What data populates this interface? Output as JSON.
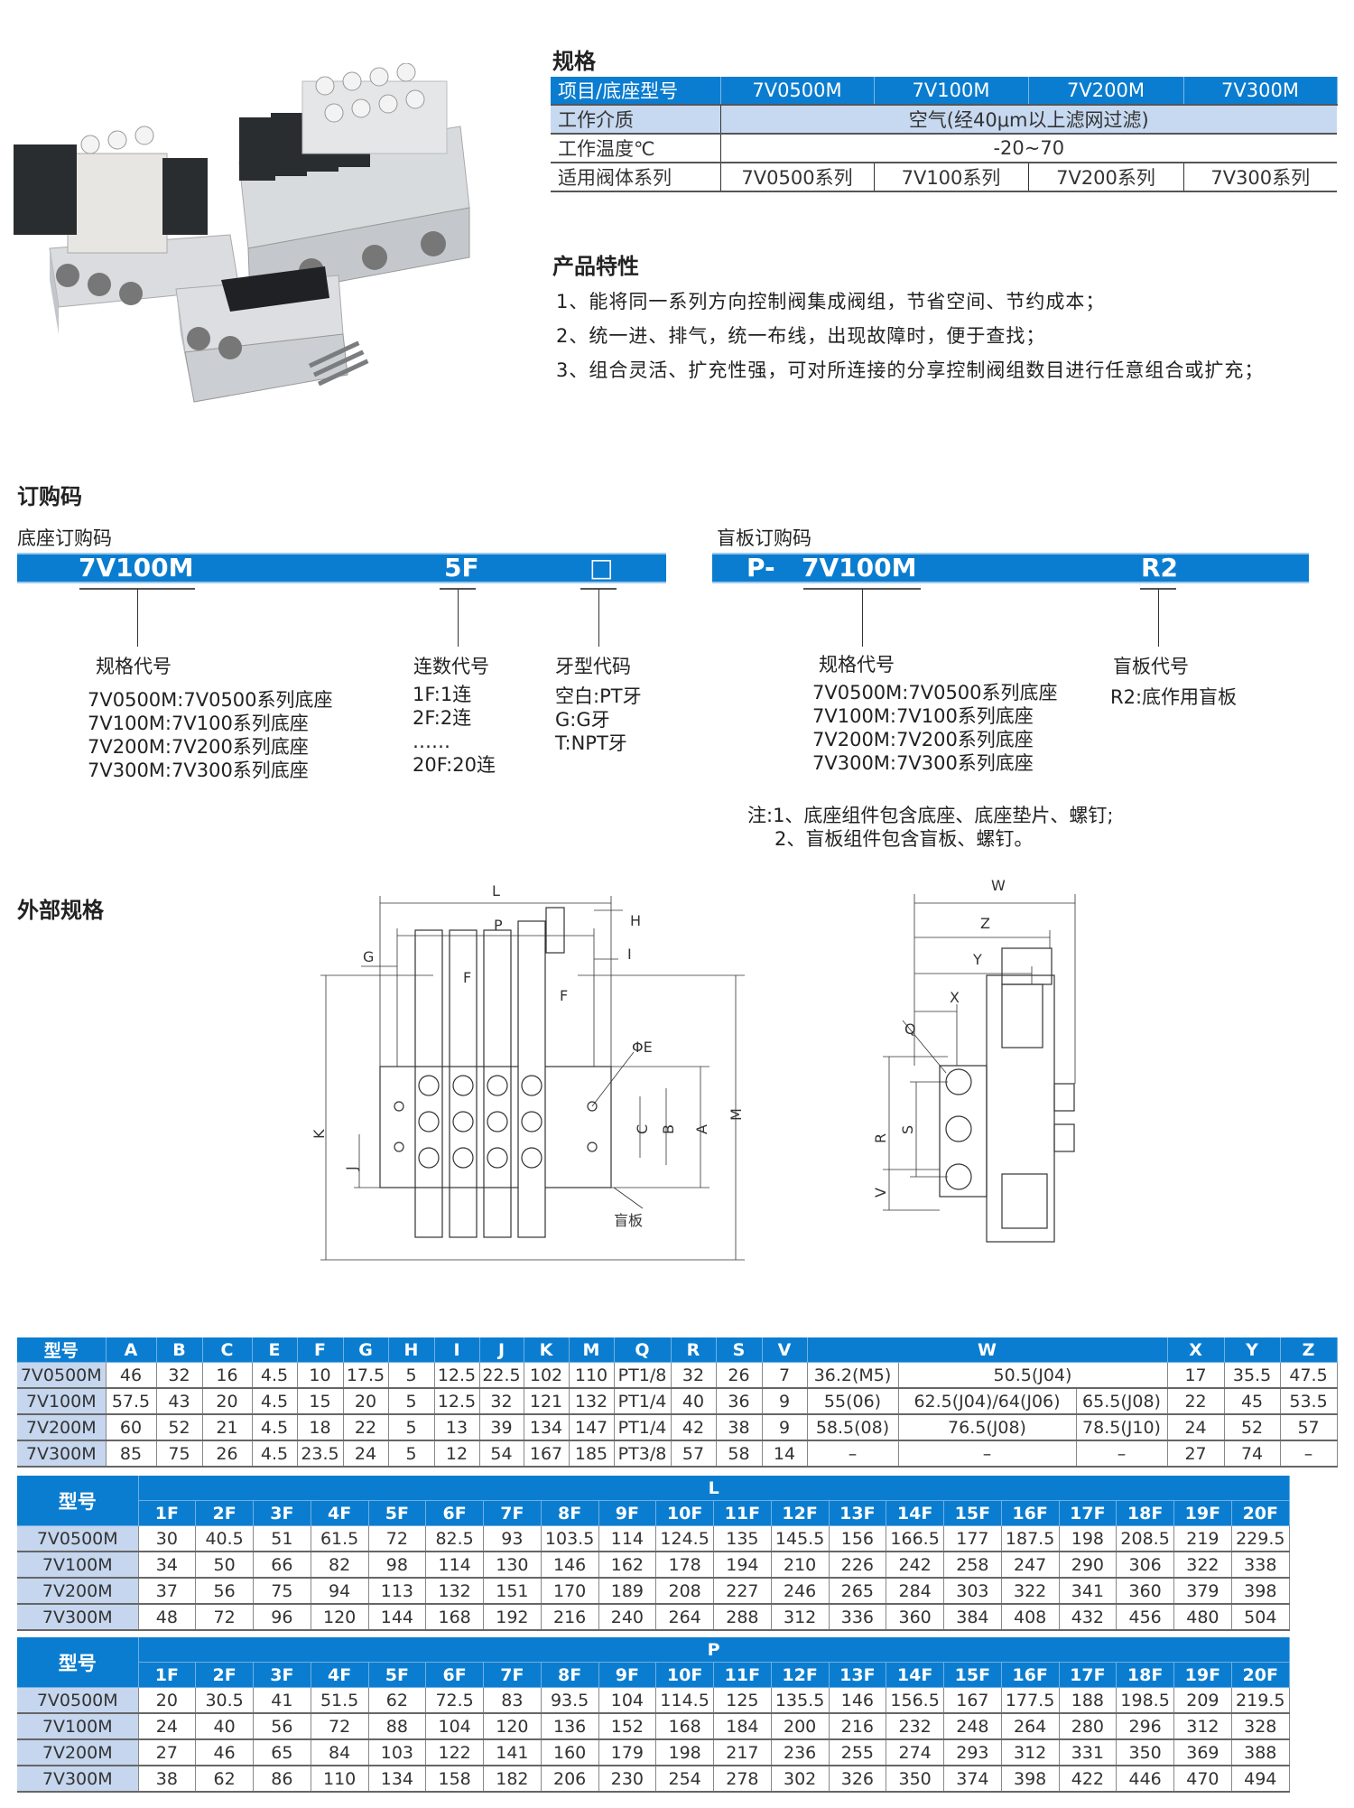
{
  "spec": {
    "title": "规格",
    "header": [
      "项目/底座型号",
      "7V0500M",
      "7V100M",
      "7V200M",
      "7V300M"
    ],
    "medium_label": "工作介质",
    "medium_value": "空气(经40μm以上滤网过滤)",
    "temp_label": "工作温度℃",
    "temp_value": "-20~70",
    "series_label": "适用阀体系列",
    "series_values": [
      "7V0500系列",
      "7V100系列",
      "7V200系列",
      "7V300系列"
    ]
  },
  "features": {
    "title": "产品特性",
    "items": [
      "1、能将同一系列方向控制阀集成阀组，节省空间、节约成本；",
      "2、统一进、排气，统一布线，出现故障时，便于查找；",
      "3、组合灵活、扩充性强，可对所连接的分享控制阀组数目进行任意组合或扩充；"
    ]
  },
  "ordering": {
    "title": "订购码",
    "base": {
      "subtitle": "底座订购码",
      "code_model": "7V100M",
      "code_count": "5F",
      "code_thread": "□",
      "model_label": "规格代号",
      "model_options": [
        "7V0500M:7V0500系列底座",
        "7V100M:7V100系列底座",
        "7V200M:7V200系列底座",
        "7V300M:7V300系列底座"
      ],
      "count_label": "连数代号",
      "count_options": [
        "1F:1连",
        "2F:2连",
        "……",
        "20F:20连"
      ],
      "thread_label": "牙型代码",
      "thread_options": [
        "空白:PT牙",
        "G:G牙",
        "T:NPT牙"
      ]
    },
    "blank": {
      "subtitle": "盲板订购码",
      "code_prefix": "P-",
      "code_model": "7V100M",
      "code_type": "R2",
      "model_label": "规格代号",
      "model_options": [
        "7V0500M:7V0500系列底座",
        "7V100M:7V100系列底座",
        "7V200M:7V200系列底座",
        "7V300M:7V300系列底座"
      ],
      "type_label": "盲板代号",
      "type_options": [
        "R2:底作用盲板"
      ]
    },
    "notes": [
      "注:1、底座组件包含底座、底座垫片、螺钉;",
      "2、盲板组件包含盲板、螺钉。"
    ]
  },
  "external": {
    "title": "外部规格",
    "front_labels": {
      "L": "L",
      "P": "P",
      "H": "H",
      "G": "G",
      "I": "I",
      "F1": "F",
      "F2": "F",
      "E": "ΦE",
      "K": "K",
      "J": "J",
      "C": "C",
      "B": "B",
      "A": "A",
      "M": "M",
      "blank": "盲板"
    },
    "side_labels": {
      "W": "W",
      "Z": "Z",
      "Y": "Y",
      "X": "X",
      "Q": "Q",
      "R": "R",
      "S": "S",
      "V": "V"
    }
  },
  "dim_table": {
    "header": [
      "型号",
      "A",
      "B",
      "C",
      "E",
      "F",
      "G",
      "H",
      "I",
      "J",
      "K",
      "M",
      "Q",
      "R",
      "S",
      "V",
      "W",
      "X",
      "Y",
      "Z"
    ],
    "rows": [
      {
        "model": "7V0500M",
        "vals": [
          "46",
          "32",
          "16",
          "4.5",
          "10",
          "17.5",
          "5",
          "12.5",
          "22.5",
          "102",
          "110",
          "PT1/8",
          "32",
          "26",
          "7"
        ],
        "w": [
          "36.2(M5)",
          "50.5(J04)"
        ],
        "xyz": [
          "17",
          "35.5",
          "47.5"
        ]
      },
      {
        "model": "7V100M",
        "vals": [
          "57.5",
          "43",
          "20",
          "4.5",
          "15",
          "20",
          "5",
          "12.5",
          "32",
          "121",
          "132",
          "PT1/4",
          "40",
          "36",
          "9"
        ],
        "w": [
          "55(06)",
          "62.5(J04)/64(J06)",
          "65.5(J08)"
        ],
        "xyz": [
          "22",
          "45",
          "53.5"
        ]
      },
      {
        "model": "7V200M",
        "vals": [
          "60",
          "52",
          "21",
          "4.5",
          "18",
          "22",
          "5",
          "13",
          "39",
          "134",
          "147",
          "PT1/4",
          "42",
          "38",
          "9"
        ],
        "w": [
          "58.5(08)",
          "76.5(J08)",
          "78.5(J10)"
        ],
        "xyz": [
          "24",
          "52",
          "57"
        ]
      },
      {
        "model": "7V300M",
        "vals": [
          "85",
          "75",
          "26",
          "4.5",
          "23.5",
          "24",
          "5",
          "12",
          "54",
          "167",
          "185",
          "PT3/8",
          "57",
          "58",
          "14"
        ],
        "w": [
          "–",
          "–",
          "–"
        ],
        "xyz": [
          "27",
          "74",
          "–"
        ]
      }
    ]
  },
  "l_table": {
    "model_header": "型号",
    "group": "L",
    "cols": [
      "1F",
      "2F",
      "3F",
      "4F",
      "5F",
      "6F",
      "7F",
      "8F",
      "9F",
      "10F",
      "11F",
      "12F",
      "13F",
      "14F",
      "15F",
      "16F",
      "17F",
      "18F",
      "19F",
      "20F"
    ],
    "rows": [
      {
        "model": "7V0500M",
        "vals": [
          "30",
          "40.5",
          "51",
          "61.5",
          "72",
          "82.5",
          "93",
          "103.5",
          "114",
          "124.5",
          "135",
          "145.5",
          "156",
          "166.5",
          "177",
          "187.5",
          "198",
          "208.5",
          "219",
          "229.5"
        ]
      },
      {
        "model": "7V100M",
        "vals": [
          "34",
          "50",
          "66",
          "82",
          "98",
          "114",
          "130",
          "146",
          "162",
          "178",
          "194",
          "210",
          "226",
          "242",
          "258",
          "247",
          "290",
          "306",
          "322",
          "338"
        ]
      },
      {
        "model": "7V200M",
        "vals": [
          "37",
          "56",
          "75",
          "94",
          "113",
          "132",
          "151",
          "170",
          "189",
          "208",
          "227",
          "246",
          "265",
          "284",
          "303",
          "322",
          "341",
          "360",
          "379",
          "398"
        ]
      },
      {
        "model": "7V300M",
        "vals": [
          "48",
          "72",
          "96",
          "120",
          "144",
          "168",
          "192",
          "216",
          "240",
          "264",
          "288",
          "312",
          "336",
          "360",
          "384",
          "408",
          "432",
          "456",
          "480",
          "504"
        ]
      }
    ]
  },
  "p_table": {
    "model_header": "型号",
    "group": "P",
    "cols": [
      "1F",
      "2F",
      "3F",
      "4F",
      "5F",
      "6F",
      "7F",
      "8F",
      "9F",
      "10F",
      "11F",
      "12F",
      "13F",
      "14F",
      "15F",
      "16F",
      "17F",
      "18F",
      "19F",
      "20F"
    ],
    "rows": [
      {
        "model": "7V0500M",
        "vals": [
          "20",
          "30.5",
          "41",
          "51.5",
          "62",
          "72.5",
          "83",
          "93.5",
          "104",
          "114.5",
          "125",
          "135.5",
          "146",
          "156.5",
          "167",
          "177.5",
          "188",
          "198.5",
          "209",
          "219.5"
        ]
      },
      {
        "model": "7V100M",
        "vals": [
          "24",
          "40",
          "56",
          "72",
          "88",
          "104",
          "120",
          "136",
          "152",
          "168",
          "184",
          "200",
          "216",
          "232",
          "248",
          "264",
          "280",
          "296",
          "312",
          "328"
        ]
      },
      {
        "model": "7V200M",
        "vals": [
          "27",
          "46",
          "65",
          "84",
          "103",
          "122",
          "141",
          "160",
          "179",
          "198",
          "217",
          "236",
          "255",
          "274",
          "293",
          "312",
          "331",
          "350",
          "369",
          "388"
        ]
      },
      {
        "model": "7V300M",
        "vals": [
          "38",
          "62",
          "86",
          "110",
          "134",
          "158",
          "182",
          "206",
          "230",
          "254",
          "278",
          "302",
          "326",
          "350",
          "374",
          "398",
          "422",
          "446",
          "470",
          "494"
        ]
      }
    ]
  },
  "colors": {
    "header_blue": "#0b7dd0",
    "model_cell": "#c5d6ee"
  }
}
